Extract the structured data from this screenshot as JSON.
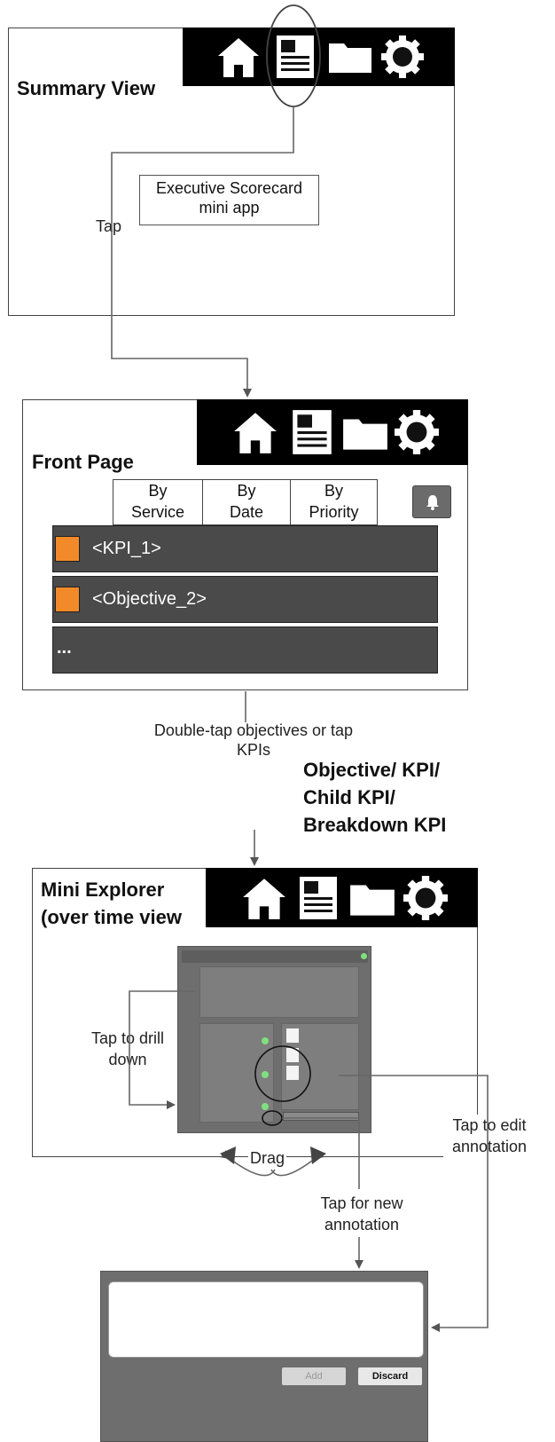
{
  "summary_view": {
    "title": "Summary View",
    "mini_app_label": "Executive Scorecard mini app",
    "tap_label": "Tap"
  },
  "front_page": {
    "title": "Front Page",
    "tabs": [
      {
        "label": "By Service"
      },
      {
        "label": "By Date"
      },
      {
        "label": "By Priority"
      }
    ],
    "rows": [
      {
        "label": "<KPI_1>",
        "has_status": true
      },
      {
        "label": "<Objective_2>",
        "has_status": true
      },
      {
        "label": "...",
        "has_status": false
      }
    ],
    "status_color": "#f28a2a",
    "transition_label": "Double-tap objectives or tap KPIs"
  },
  "mini_explorer": {
    "entry_label": "Objective/ KPI/ Child KPI/ Breakdown KPI",
    "title": "Mini Explorer (over time view",
    "drill_label": "Tap to drill down",
    "drag_label": "Drag",
    "edit_annotation_label": "Tap to edit annotation",
    "new_annotation_label": "Tap for new annotation"
  },
  "annotation_dialog": {
    "add_label": "Add",
    "discard_label": "Discard"
  },
  "icons": [
    "home-icon",
    "document-icon",
    "folder-icon",
    "gear-icon"
  ]
}
